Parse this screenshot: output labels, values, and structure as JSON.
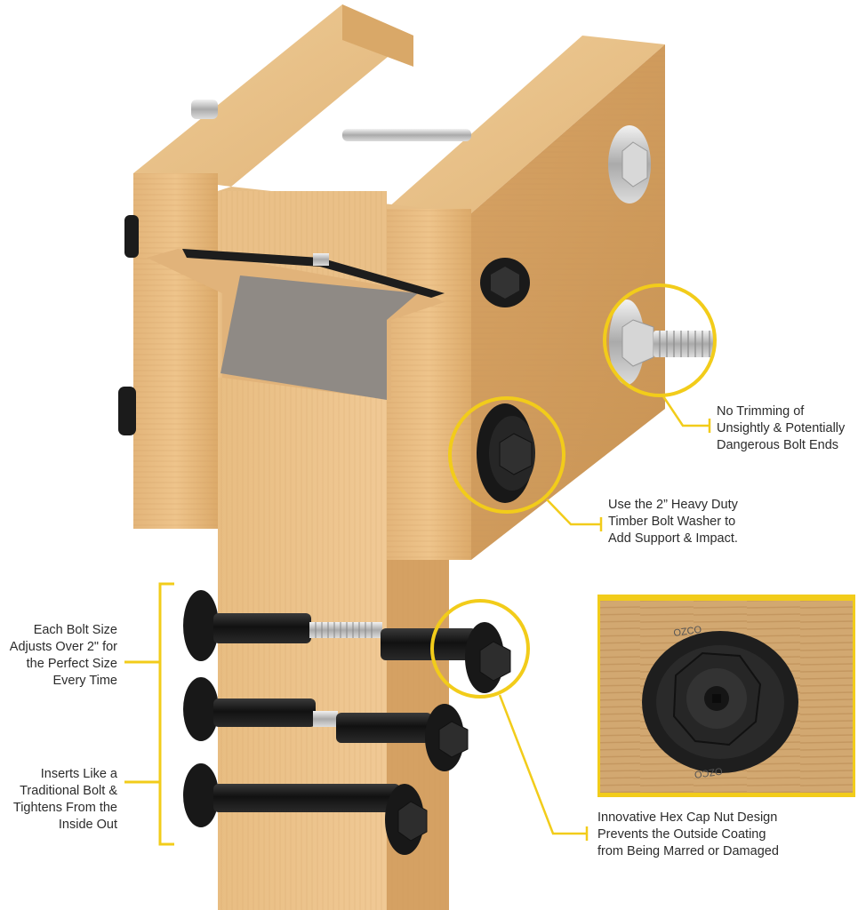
{
  "callouts": {
    "trimming": "No Trimming of\nUnsightly & Potentially\nDangerous Bolt Ends",
    "washer": "Use the 2” Heavy Duty\nTimber Bolt Washer to\nAdd Support & Impact.",
    "hex_cap": "Innovative Hex Cap Nut Design\nPrevents the Outside Coating\nfrom Being Marred or Damaged",
    "adjust": "Each Bolt Size\nAdjusts Over 2\" for\nthe Perfect Size\nEvery Time",
    "inserts": "Inserts Like a\nTraditional Bolt &\nTightens From the\nInside Out"
  },
  "inset_photo": {
    "washer_text_top": "OZCO",
    "washer_text_bottom": "OZCO"
  },
  "colors": {
    "accent_yellow": "#f2cc1a",
    "wood_light": "#e7be83",
    "wood_mid": "#d9a868",
    "wood_dark": "#c18b4d",
    "hardware_black": "#1a1a1a",
    "steel": "#c9c9c9"
  }
}
